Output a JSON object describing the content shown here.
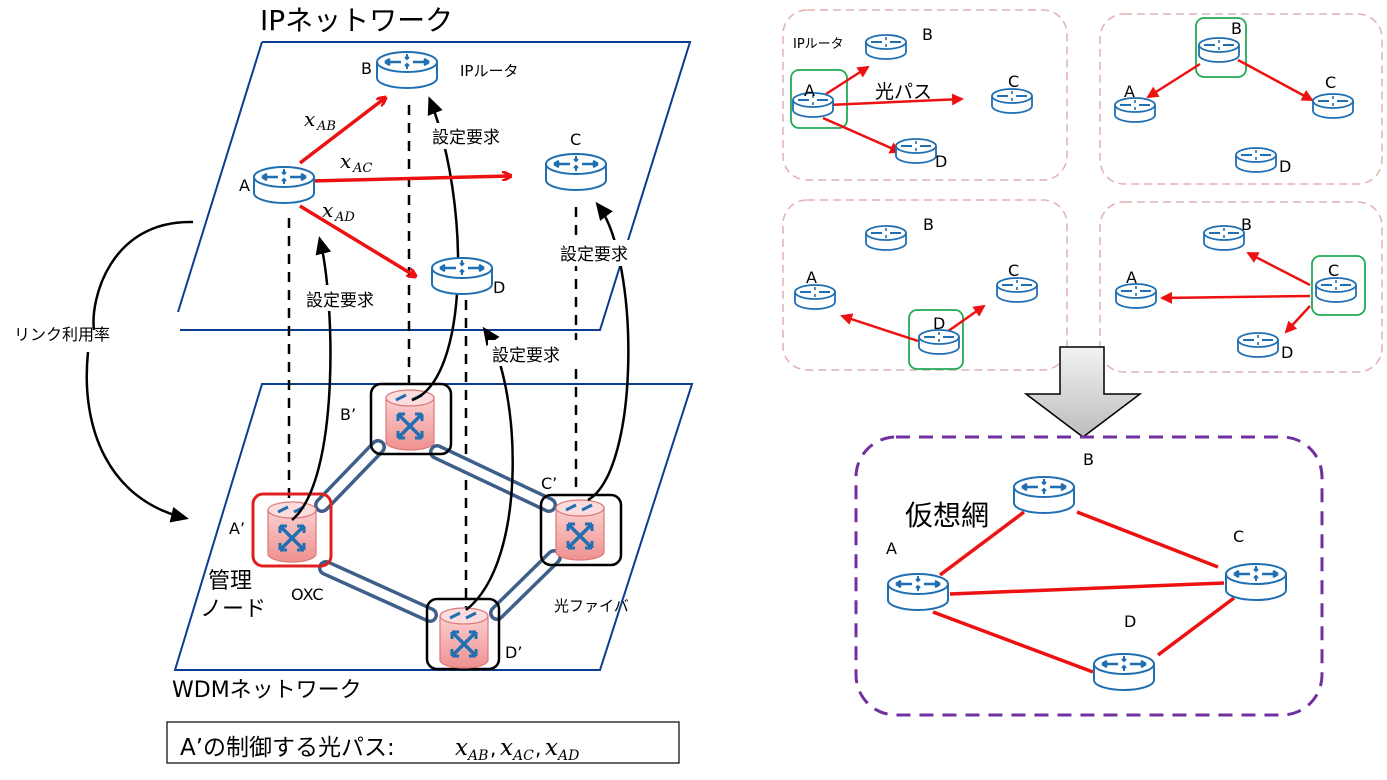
{
  "left": {
    "ip_network_title": "IPネットワーク",
    "wdm_network_title": "WDMネットワーク",
    "ip_router_label": "IPルータ",
    "ip_nodes": {
      "A": "A",
      "B": "B",
      "C": "C",
      "D": "D"
    },
    "lightpaths": {
      "AB": "AB",
      "AC": "AC",
      "AD": "AD",
      "var": "x"
    },
    "setup_request": "設定要求",
    "link_utilization": "リンク利用率",
    "oxc_nodes": {
      "A": "A’",
      "B": "B’",
      "C": "C’",
      "D": "D’"
    },
    "management_node_line1": "管理",
    "management_node_line2": "ノード",
    "oxc_label": "OXC",
    "fiber_label": "光ファイバ",
    "caption_prefix": "A’の制御する光パス: ",
    "caption_paths": [
      "AB",
      "AC",
      "AD"
    ]
  },
  "right": {
    "ip_router_label": "IPルータ",
    "lightpath_label": "光パス",
    "panels": [
      {
        "controller": "A",
        "targets": [
          "B",
          "C",
          "D"
        ]
      },
      {
        "controller": "B",
        "targets": [
          "A",
          "C"
        ]
      },
      {
        "controller": "D",
        "targets": [
          "A",
          "C"
        ]
      },
      {
        "controller": "C",
        "targets": [
          "A",
          "B",
          "D"
        ]
      }
    ],
    "node_labels": {
      "A": "A",
      "B": "B",
      "C": "C",
      "D": "D"
    },
    "virtual_network_title": "仮想網",
    "virtual_links": [
      [
        "A",
        "B"
      ],
      [
        "B",
        "C"
      ],
      [
        "A",
        "C"
      ],
      [
        "A",
        "D"
      ],
      [
        "D",
        "C"
      ]
    ]
  },
  "colors": {
    "plane": "#0b3d91",
    "lightpath": "#ee1111",
    "router": "#1f6fb2",
    "oxc_fill": "#f4a6a6",
    "fiber": "#3d5f8a",
    "mgmt_box": "#e02020",
    "panel_border": "#e3b1b1",
    "controller_box": "#22aa55",
    "virtual_border": "#7030a0"
  }
}
